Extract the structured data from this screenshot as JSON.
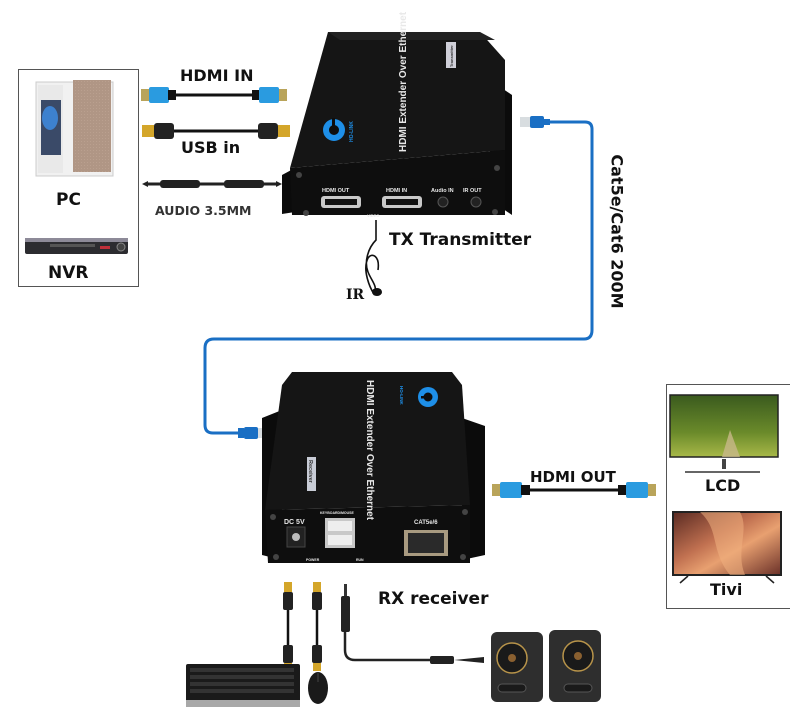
{
  "diagram": {
    "title": "HDMI Extender Over Ethernet connection diagram",
    "sources": {
      "pc_label": "PC",
      "nvr_label": "NVR"
    },
    "cables_in": {
      "hdmi_in_label": "HDMI IN",
      "usb_in_label": "USB in",
      "audio_label": "AUDIO 3.5MM"
    },
    "transmitter": {
      "label": "TX Transmitter",
      "device_text": "HDMI Extender Over Ethernet",
      "brand": "HO-LINK",
      "tag": "Transmitter",
      "ports": [
        "HDMI OUT",
        "HDMI IN",
        "Audio IN",
        "IR OUT"
      ],
      "port_sub": "VIDEO",
      "ir_label": "IR"
    },
    "link": {
      "label": "Cat5e/Cat6 200M",
      "color": "#1a6fc4"
    },
    "receiver": {
      "label": "RX receiver",
      "device_text": "HDMI Extender Over Ethernet",
      "brand": "HO-LINK",
      "tag": "Receiver",
      "ports": [
        "DC 5V",
        "KEYBOARD/MOUSE",
        "CAT5e/6"
      ],
      "leds": [
        "POWER",
        "RUN"
      ]
    },
    "cables_out": {
      "hdmi_out_label": "HDMI OUT"
    },
    "displays": {
      "lcd_label": "LCD",
      "tv_label": "Tivi"
    },
    "colors": {
      "hdmi_connector": "#2a9be0",
      "device_body": "#141414",
      "brand_blue": "#1e8fe8"
    }
  }
}
